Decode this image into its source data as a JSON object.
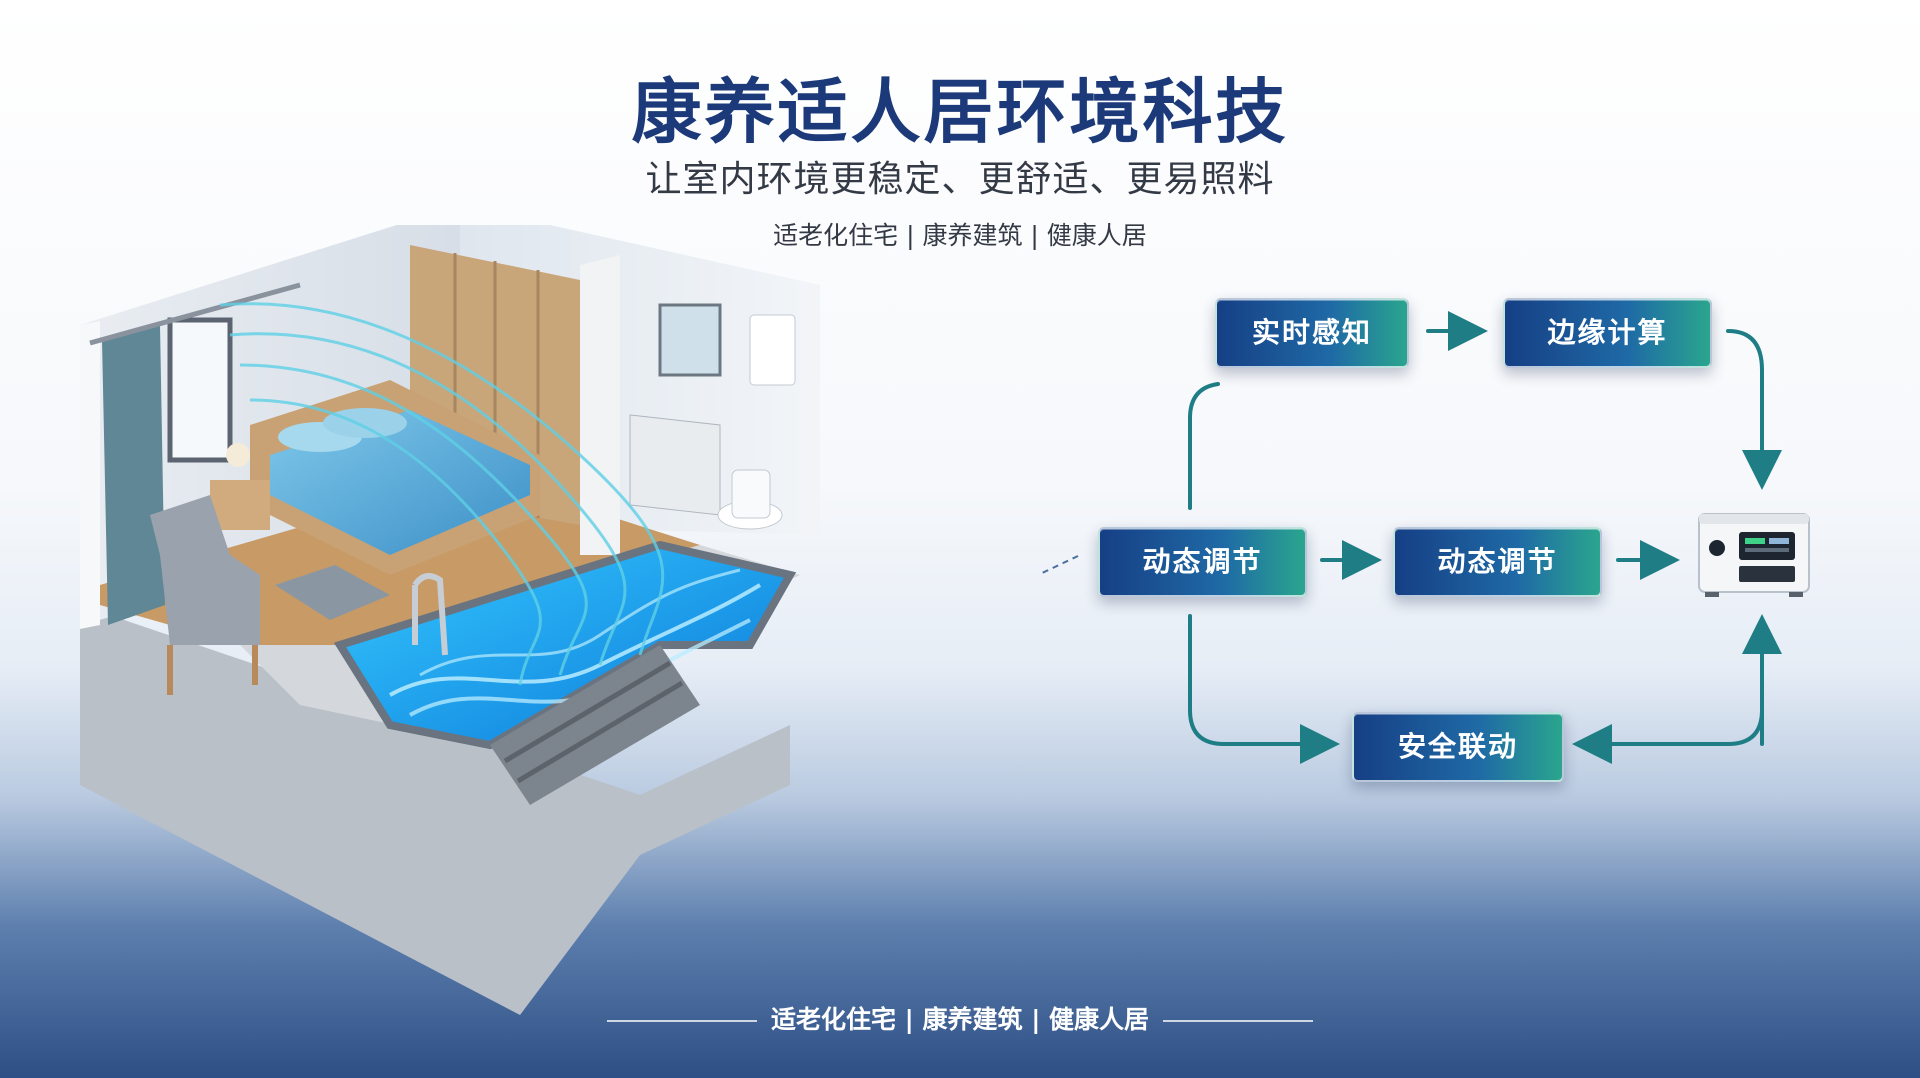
{
  "header": {
    "title": "康养适人居环境科技",
    "subtitle": "让室内环境更稳定、更舒适、更易照料",
    "tagline": "适老化住宅 | 康养建筑 | 健康人居"
  },
  "footer": {
    "tagline": "适老化住宅 | 康养建筑 | 健康人居"
  },
  "flow": {
    "nodes": {
      "sense": "实时感知",
      "edge": "边缘计算",
      "adjust_a": "动态调节",
      "adjust_b": "动态调节",
      "safety": "安全联动"
    },
    "arrow_color": "#1f7d86"
  },
  "colors": {
    "title": "#1c3a7a",
    "node_start": "#163f85",
    "node_end": "#2aa58e",
    "water": "#1aa6ea",
    "air_flow": "#5fd0e6"
  }
}
